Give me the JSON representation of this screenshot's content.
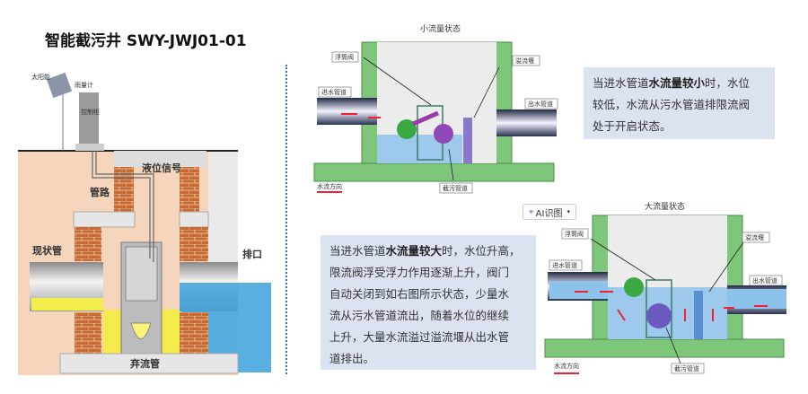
{
  "title": "智能截污井 SWY-JWJ01-01",
  "left_diagram": {
    "labels": {
      "solar": "太阳能",
      "rain_gauge": "雨量计",
      "cabinet": "控制柜",
      "level_signal": "液位信号",
      "pipeline": "管路",
      "existing_pipe": "现状管",
      "outlet": "排口",
      "discard_pipe": "弃流管"
    }
  },
  "small_flow": {
    "title": "小流量状态",
    "labels": {
      "float_valve": "浮筒阀",
      "weir": "溢流堰",
      "inlet": "进水管道",
      "outlet": "出水管道",
      "intercept": "截污管道",
      "flow_dir": "水流方向"
    }
  },
  "large_flow": {
    "title": "大流量状态",
    "labels": {
      "float_valve": "浮筒阀",
      "weir": "溢流堰",
      "inlet": "进水管道",
      "outlet": "出水管道",
      "intercept": "截污管道",
      "flow_dir": "水流方向"
    }
  },
  "desc_small": {
    "l1_pre": "当进水管道",
    "l1_bold": "水流量较小",
    "l1_post": "时，水位",
    "l2": "较低，水流从污水管道排限流阀",
    "l3": "处于开启状态。"
  },
  "desc_large": {
    "l1_pre": "当进水管道",
    "l1_bold": "水流量较大",
    "l1_post": "时，水位升高，",
    "l2": "限流阀浮受浮力作用逐渐上升，阀门",
    "l3": "自动关闭到如右图所示状态，少量水",
    "l4": "流从污水管道流出，随着水位的继续",
    "l5": "上升，大量水流溢过溢流堰从出水管",
    "l6": "道排出。"
  },
  "ai_button": {
    "label": "AI识图",
    "icon": "ai-scan-icon"
  },
  "colors": {
    "green": "#7dc67a",
    "water": "#9cc9ec",
    "brick": "#c86a34",
    "soil": "#f5d5bb",
    "yellow": "#f4ee3a",
    "box": "#dbe3f1"
  }
}
